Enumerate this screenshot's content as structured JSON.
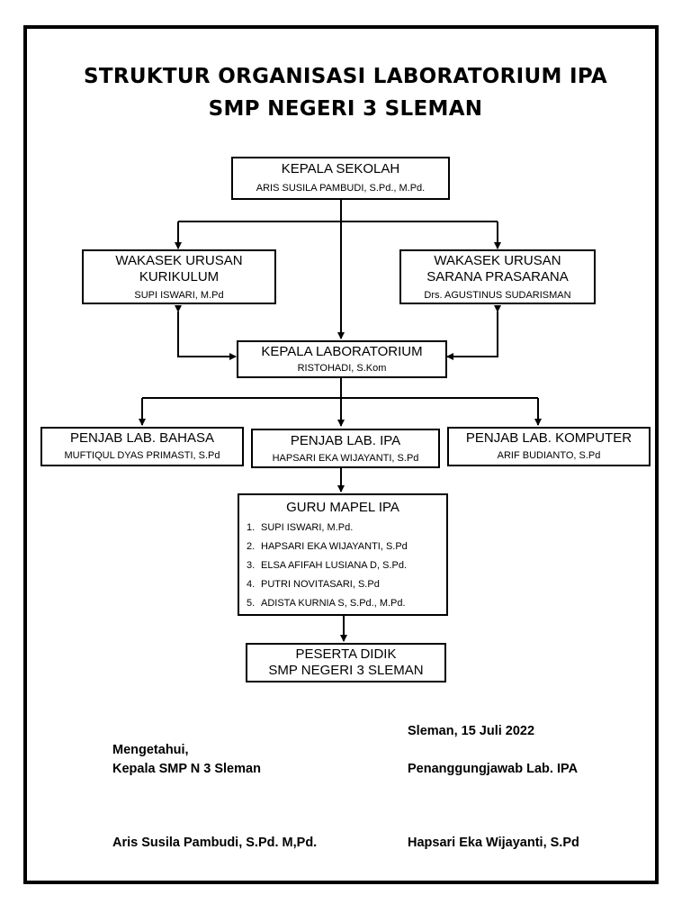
{
  "title": {
    "line1": "STRUKTUR ORGANISASI LABORATORIUM IPA",
    "line2": "SMP NEGERI 3 SLEMAN"
  },
  "org": {
    "kepala_sekolah": {
      "role": "KEPALA SEKOLAH",
      "name": "ARIS SUSILA PAMBUDI, S.Pd., M.Pd."
    },
    "wakasek_kurikulum": {
      "role_line1": "WAKASEK URUSAN",
      "role_line2": "KURIKULUM",
      "name": "SUPI ISWARI, M.Pd"
    },
    "wakasek_sarpras": {
      "role_line1": "WAKASEK URUSAN",
      "role_line2": "SARANA PRASARANA",
      "name": "Drs. AGUSTINUS SUDARISMAN"
    },
    "kepala_lab": {
      "role": "KEPALA LABORATORIUM",
      "name": "RISTOHADI, S.Kom"
    },
    "penjab_bahasa": {
      "role": "PENJAB LAB. BAHASA",
      "name": "MUFTIQUL DYAS PRIMASTI, S.Pd"
    },
    "penjab_ipa": {
      "role": "PENJAB LAB. IPA",
      "name": "HAPSARI EKA WIJAYANTI, S.Pd"
    },
    "penjab_komputer": {
      "role": "PENJAB LAB. KOMPUTER",
      "name": "ARIF BUDIANTO, S.Pd"
    },
    "guru_mapel": {
      "role": "GURU MAPEL IPA",
      "members": [
        {
          "num": "1.",
          "name": "SUPI ISWARI, M.Pd."
        },
        {
          "num": "2.",
          "name": "HAPSARI EKA WIJAYANTI, S.Pd"
        },
        {
          "num": "3.",
          "name": "ELSA AFIFAH LUSIANA D, S.Pd."
        },
        {
          "num": "4.",
          "name": "PUTRI NOVITASARI, S.Pd"
        },
        {
          "num": "5.",
          "name": "ADISTA KURNIA S, S.Pd., M.Pd."
        }
      ]
    },
    "peserta_didik": {
      "line1": "PESERTA DIDIK",
      "line2": "SMP NEGERI 3 SLEMAN"
    }
  },
  "signatures": {
    "place_date": "Sleman, 15 Juli 2022",
    "left_label1": "Mengetahui,",
    "left_label2": "Kepala SMP N 3 Sleman",
    "left_name": "Aris Susila Pambudi, S.Pd. M,Pd.",
    "right_label": "Penanggungjawab Lab. IPA",
    "right_name": "Hapsari Eka Wijayanti, S.Pd"
  }
}
